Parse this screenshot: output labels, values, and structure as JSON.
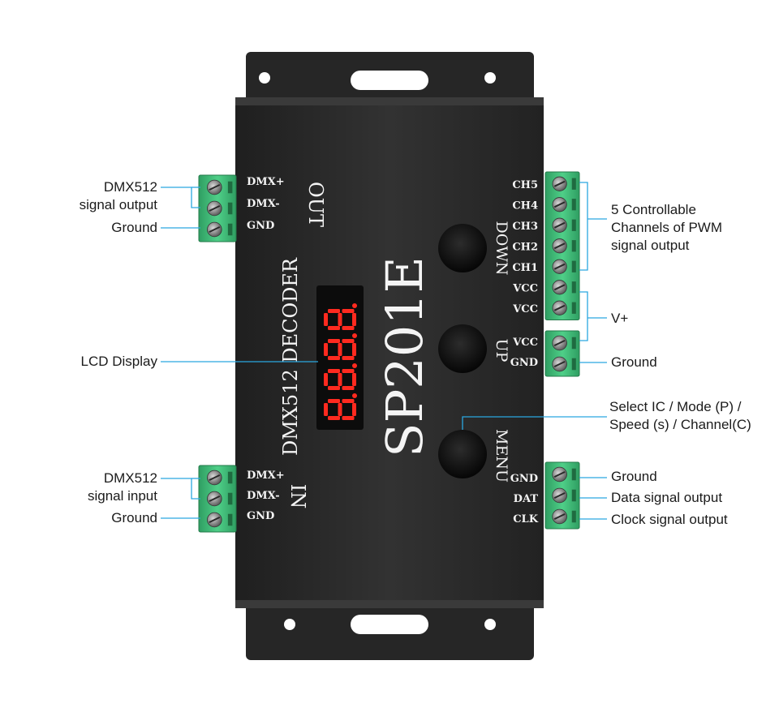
{
  "device": {
    "model": "SP201E",
    "subtitle": "DMX512 DECODER",
    "display_digits": "8.8.8.8.",
    "buttons": {
      "down": "DOWN",
      "up": "UP",
      "menu": "MENU"
    },
    "port_out_label": "OUT",
    "port_in_label": "IN",
    "out_pins": [
      "DMX+",
      "DMX-",
      "GND"
    ],
    "in_pins": [
      "DMX+",
      "DMX-",
      "GND"
    ],
    "right_top_pins": [
      "CH5",
      "CH4",
      "CH3",
      "CH2",
      "CH1",
      "VCC",
      "VCC"
    ],
    "right_mid_pins": [
      "VCC",
      "GND"
    ],
    "right_bottom_pins": [
      "GND",
      "DAT",
      "CLK"
    ]
  },
  "callouts": {
    "dmx_out_1": "DMX512",
    "dmx_out_2": "signal output",
    "ground_out": "Ground",
    "lcd": "LCD Display",
    "dmx_in_1": "DMX512",
    "dmx_in_2": "signal input",
    "ground_in": "Ground",
    "pwm_1": "5 Controllable",
    "pwm_2": "Channels of PWM",
    "pwm_3": "signal output",
    "vplus": "V+",
    "ground_power": "Ground",
    "menu_1": "Select IC / Mode (P) /",
    "menu_2": "Speed (s) / Channel(C)",
    "ground_sig": "Ground",
    "data": "Data signal output",
    "clock": "Clock signal output"
  },
  "colors": {
    "leader": "#2aa7e0",
    "terminal_green": "#3fbf7a",
    "body": "#2b2b2b",
    "display_red": "#ff2a1f"
  }
}
